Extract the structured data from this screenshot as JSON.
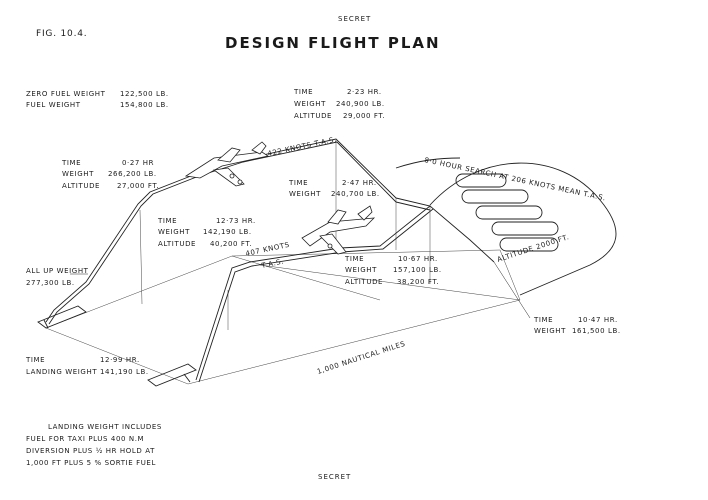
{
  "header": {
    "classification_top": "SECRET",
    "figure_label": "FIG. 10.4.",
    "title": "DESIGN FLIGHT PLAN"
  },
  "weights_block": {
    "zero_fuel_label": "ZERO FUEL WEIGHT",
    "zero_fuel_value": "122,500 LB.",
    "fuel_label": "FUEL WEIGHT",
    "fuel_value": "154,800 LB."
  },
  "point_climb_top": {
    "time": "TIME",
    "time_v": "0·27 HR",
    "weight": "WEIGHT",
    "weight_v": "266,200 LB.",
    "altitude": "ALTITUDE",
    "altitude_v": "27,000 FT."
  },
  "point_cruise_end": {
    "time": "TIME",
    "time_v": "2·23 HR.",
    "weight": "WEIGHT",
    "weight_v": "240,900 LB.",
    "altitude": "ALTITUDE",
    "altitude_v": "29,000 FT."
  },
  "point_descent": {
    "time": "TIME",
    "time_v": "2·47 HR.",
    "weight": "WEIGHT",
    "weight_v": "240,700 LB."
  },
  "point_return_top": {
    "time": "TIME",
    "time_v": "12·73 HR.",
    "weight": "WEIGHT",
    "weight_v": "142,190 LB.",
    "altitude": "ALTITUDE",
    "altitude_v": "40,200 FT."
  },
  "point_return_climb": {
    "time": "TIME",
    "time_v": "10·67 HR.",
    "weight": "WEIGHT",
    "weight_v": "157,100 LB.",
    "altitude": "ALTITUDE",
    "altitude_v": "38,200 FT."
  },
  "point_search_end": {
    "time": "TIME",
    "time_v": "10·47 HR.",
    "weight": "WEIGHT",
    "weight_v": "161,500 LB."
  },
  "all_up_weight": {
    "label": "ALL UP WEIGHT",
    "value": "277,300 LB."
  },
  "landing": {
    "time": "TIME",
    "time_v": "12·99 HR.",
    "weight": "LANDING WEIGHT",
    "weight_v": "141,190 LB."
  },
  "path_labels": {
    "outbound_speed": "422 KNOTS T.A.S.",
    "return_speed": "407 KNOTS",
    "return_speed_tas": "T.A.S.",
    "search": "8·0 HOUR SEARCH AT 206 KNOTS MEAN T.A.S.",
    "search_altitude": "ALTITUDE 2000 FT.",
    "distance": "1,000 NAUTICAL MILES"
  },
  "notes": {
    "line1": "LANDING WEIGHT INCLUDES",
    "line2": "FUEL FOR TAXI PLUS 400 N.M",
    "line3": "DIVERSION PLUS ½ HR HOLD AT",
    "line4": "1,000 FT PLUS 5 % SORTIE FUEL"
  },
  "footer": {
    "classification_bottom": "SECRET"
  }
}
